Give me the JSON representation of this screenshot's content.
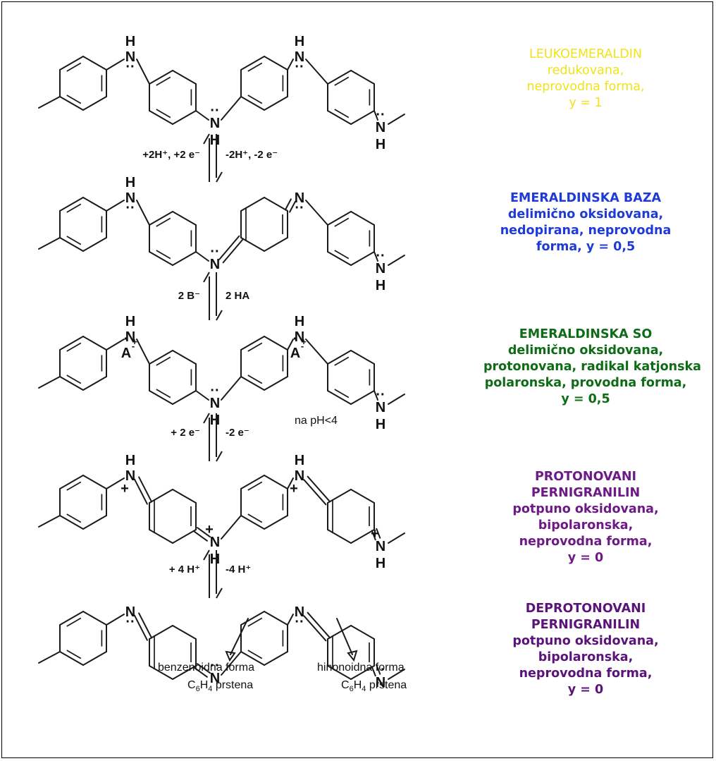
{
  "forms": [
    {
      "lines": [
        "LEUKOEMERALDIN",
        "redukovana,",
        "neprovodna forma,",
        "y = 1"
      ],
      "color": "#f2e21a"
    },
    {
      "lines": [
        "EMERALDINSKA BAZA",
        "delimično oksidovana,",
        "nedopirana, neprovodna",
        "forma, y = 0,5"
      ],
      "color": "#1f3bd6"
    },
    {
      "lines": [
        "EMERALDINSKA SO",
        "delimično oksidovana,",
        "protonovana, radikal katjonska",
        "polaronska, provodna forma,",
        "y = 0,5"
      ],
      "color": "#0e6b16"
    },
    {
      "lines": [
        "PROTONOVANI",
        "PERNIGRANILIN",
        "potpuno oksidovana,",
        "bipolaronska,",
        "neprovodna forma,",
        "y = 0"
      ],
      "color": "#6e1a86"
    },
    {
      "lines": [
        "DEPROTONOVANI",
        "PERNIGRANILIN",
        "potpuno oksidovana,",
        "bipolaronska,",
        "neprovodna forma,",
        "y = 0"
      ],
      "color": "#5b137a"
    }
  ],
  "conditions": [
    {
      "left": "+2H⁺, +2 e⁻",
      "right": "-2H⁺, -2 e⁻"
    },
    {
      "left": "2 B⁻",
      "right": "2 HA"
    },
    {
      "left": "+ 2 e⁻",
      "right": "-2 e⁻"
    },
    {
      "left": "+ 4 H⁺",
      "right": "-4 H⁺"
    }
  ],
  "atoms": {
    "nitrogen": "N",
    "hydrogen": "H",
    "anion": "A",
    "plus": "+",
    "minus": "-",
    "lone_pair": "··",
    "radical": "·"
  },
  "notes": {
    "ph": "na pH<4"
  },
  "annotations": [
    {
      "line1": "benzenoidna forma",
      "prefix": "C",
      "sub1": "6",
      "mid": "H",
      "sub2": "4",
      "suffix": " prstena"
    },
    {
      "line1": "hinonoidna forma",
      "prefix": "C",
      "sub1": "6",
      "mid": "H",
      "sub2": "4",
      "suffix": " prstena"
    }
  ]
}
